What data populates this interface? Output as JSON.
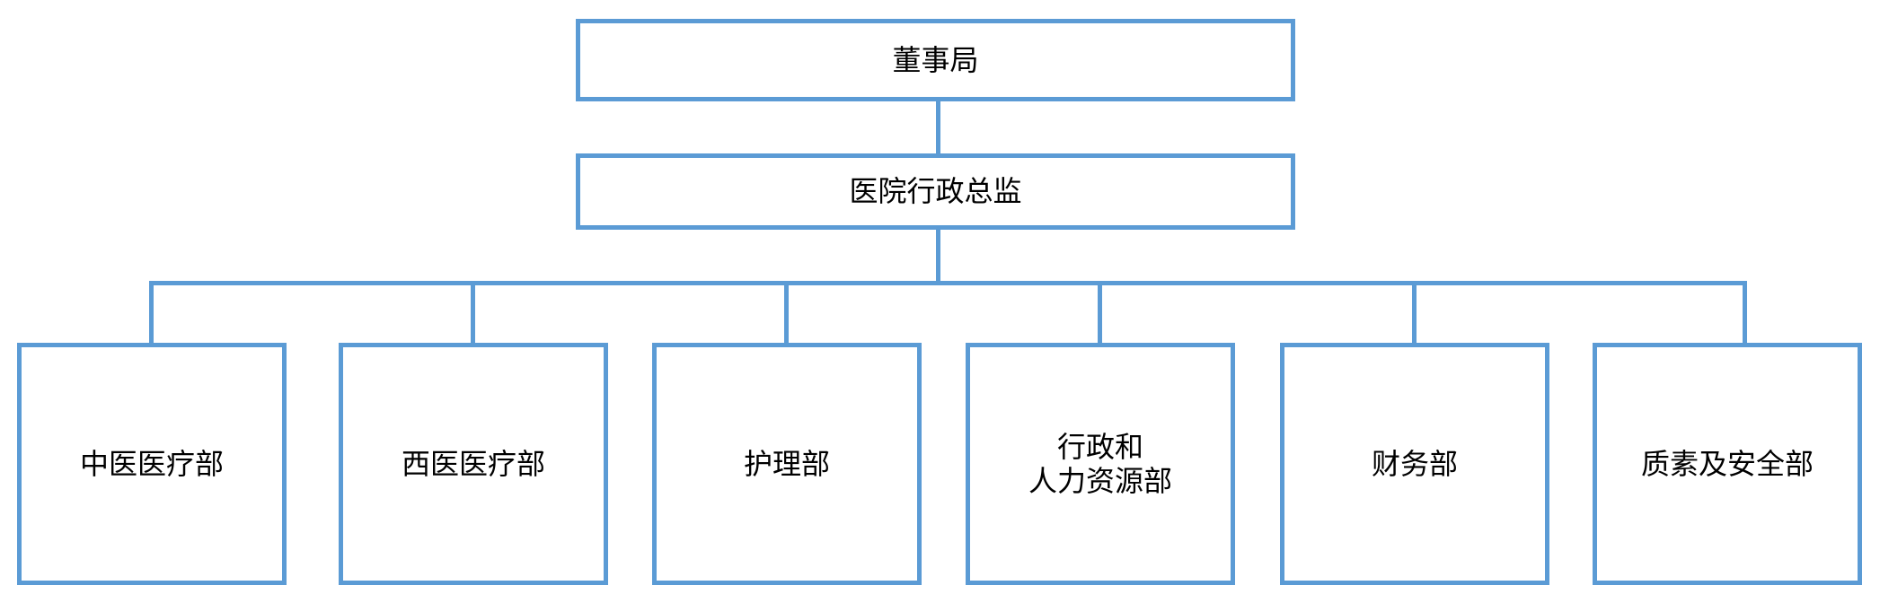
{
  "org_chart": {
    "board": "董事局",
    "director": "医院行政总监",
    "departments": [
      {
        "label": "中医医疗部"
      },
      {
        "label": "西医医疗部"
      },
      {
        "label": "护理部"
      },
      {
        "label": "行政和\n人力资源部"
      },
      {
        "label": "财务部"
      },
      {
        "label": "质素及安全部"
      }
    ]
  },
  "colors": {
    "border": "#5b9bd5",
    "text": "#000000"
  }
}
